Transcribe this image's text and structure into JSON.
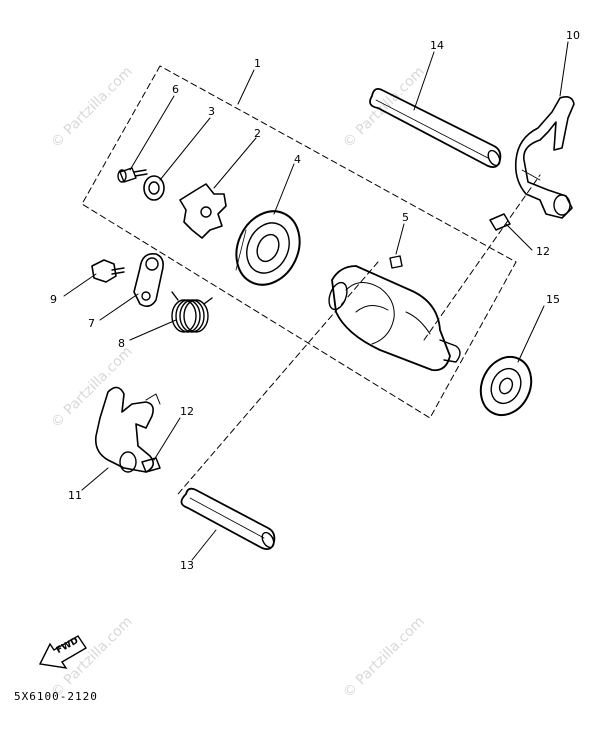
{
  "diagram": {
    "part_code": "5X6100-2120",
    "watermark_text": "© Partzilla.com",
    "fwd_label": "FWD",
    "callouts": {
      "c1": "1",
      "c2": "2",
      "c3": "3",
      "c4": "4",
      "c5": "5",
      "c6": "6",
      "c7": "7",
      "c8": "8",
      "c9": "9",
      "c10": "10",
      "c11": "11",
      "c12a": "12",
      "c12b": "12",
      "c13": "13",
      "c14": "14",
      "c15": "15"
    }
  }
}
